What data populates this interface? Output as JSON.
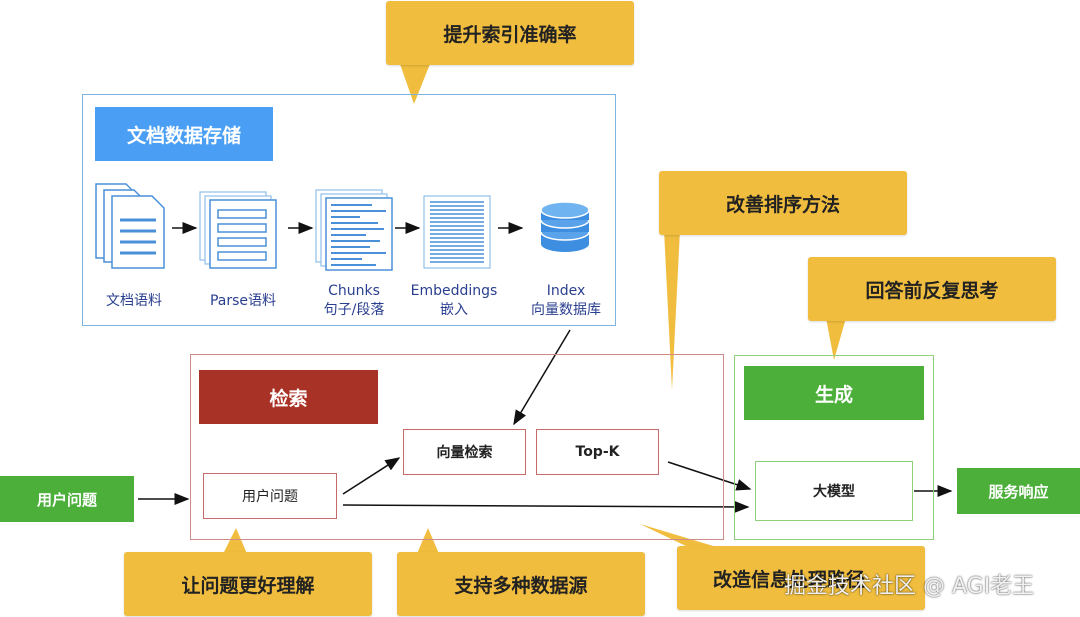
{
  "callouts": {
    "top": "提升索引准确率",
    "ranking": "改善排序方法",
    "reflect": "回答前反复思考",
    "understand": "让问题更好理解",
    "multi_source": "支持多种数据源",
    "path": "改造信息处理路径"
  },
  "storage": {
    "title": "文档数据存储",
    "steps": [
      {
        "line1": "文档语料",
        "line2": "",
        "icon": "documents-icon"
      },
      {
        "line1": "Parse语料",
        "line2": "",
        "icon": "parsed-list-icon"
      },
      {
        "line1": "Chunks",
        "line2": "句子/段落",
        "icon": "chunks-icon"
      },
      {
        "line1": "Embeddings",
        "line2": "嵌入",
        "icon": "embeddings-icon"
      },
      {
        "line1": "Index",
        "line2": "向量数据库",
        "icon": "database-icon"
      }
    ]
  },
  "retrieval": {
    "title": "检索",
    "user_question": "用户问题",
    "vector_search": "向量检索",
    "topk": "Top-K"
  },
  "generation": {
    "title": "生成",
    "llm": "大模型"
  },
  "input": "用户问题",
  "output": "服务响应",
  "watermark": "掘金技术社区 @ AGI老王",
  "colors": {
    "callout": "#f0bd3e",
    "storage_title": "#4a9ff5",
    "retrieval_title": "#a93226",
    "green": "#4caf3a",
    "storage_border": "#7fb3e0",
    "retrieval_border": "#d08a8a",
    "generation_border": "#8fd17a"
  }
}
